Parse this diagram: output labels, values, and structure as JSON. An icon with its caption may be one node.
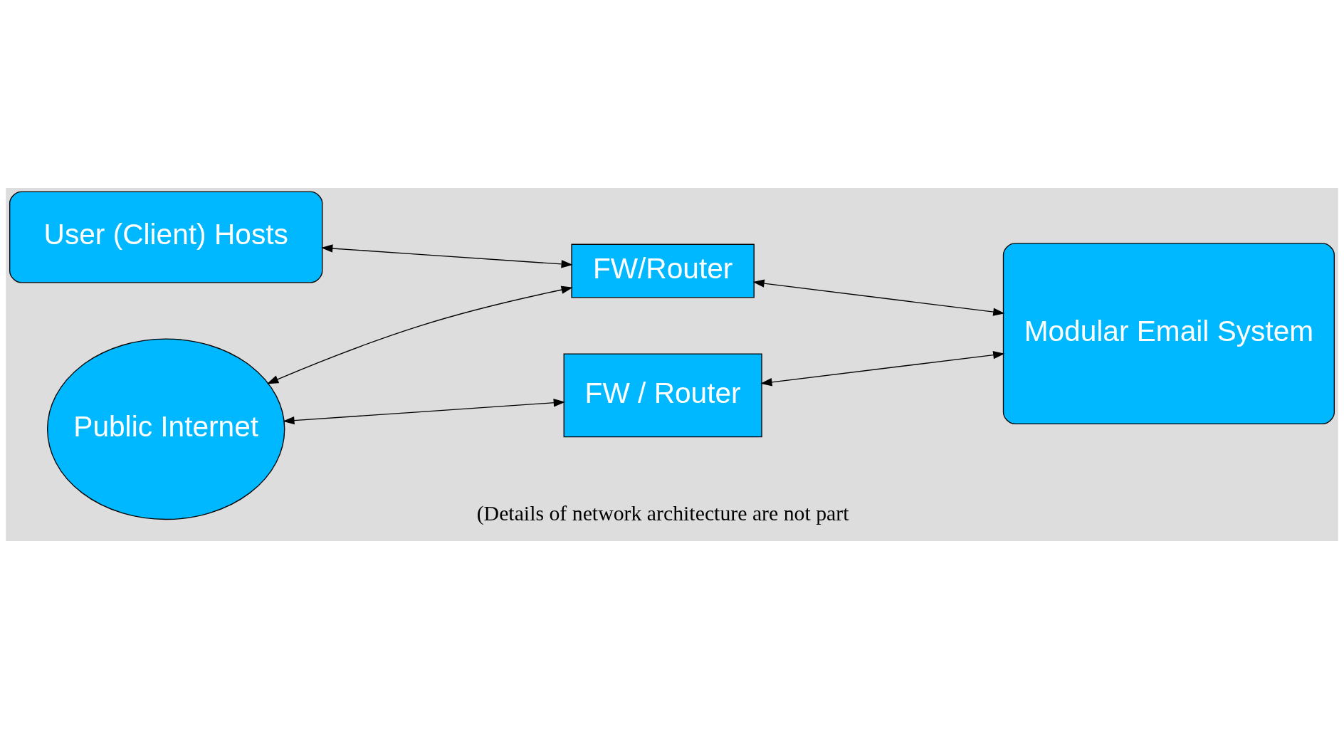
{
  "diagram": {
    "nodes": [
      {
        "text": [
          "User (Client) Hosts"
        ]
      },
      {
        "text": [
          "Public Internet"
        ]
      },
      {
        "text": [
          "FW/Router"
        ]
      },
      {
        "text": [
          "Modular Email System"
        ]
      },
      {
        "text": [
          "FW / Router"
        ]
      }
    ],
    "edges": [
      {
        "from": 0,
        "to": 2,
        "arrow": "both"
      },
      {
        "from": 1,
        "to": 2,
        "arrow": "both"
      },
      {
        "from": 2,
        "to": 3,
        "arrow": "both"
      },
      {
        "from": 1,
        "to": 4,
        "arrow": "both"
      },
      {
        "from": 4,
        "to": 3,
        "arrow": "both"
      }
    ],
    "labels": [
      "(Details of network architecture are not part"
    ]
  }
}
